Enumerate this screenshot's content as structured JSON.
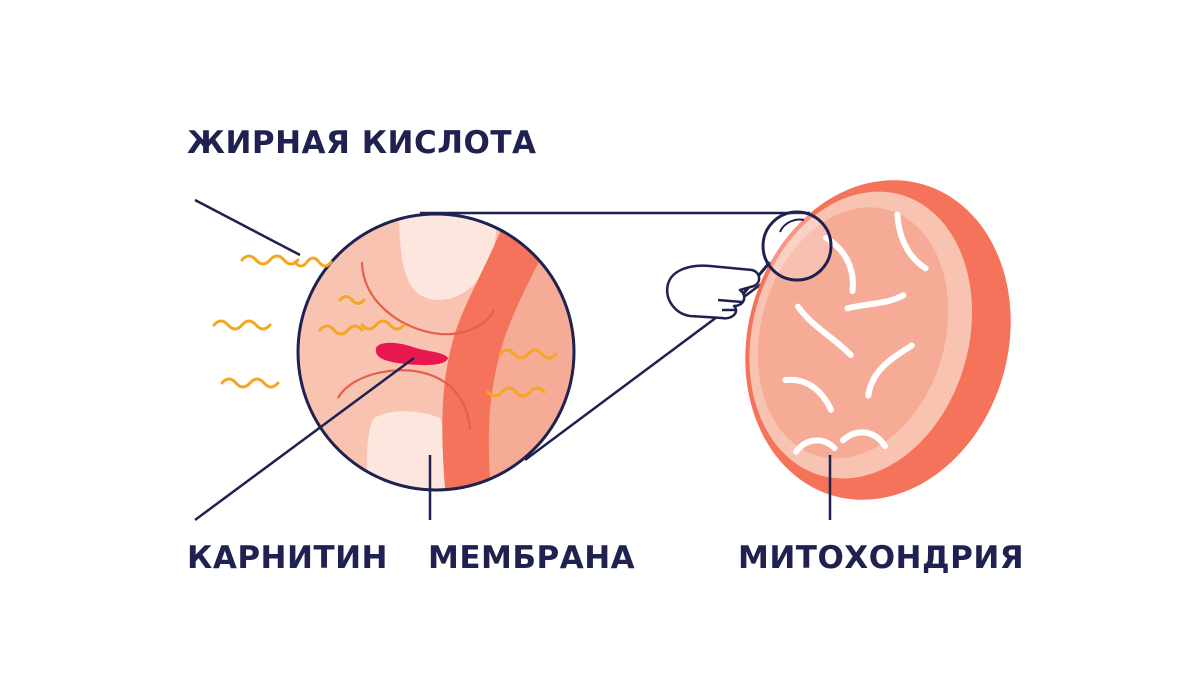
{
  "labels": {
    "fatty_acid": "ЖИРНАЯ КИСЛОТА",
    "carnitine": "КАРНИТИН",
    "membrane": "МЕМБРАНА",
    "mitochondria": "МИТОХОНДРИЯ"
  },
  "colors": {
    "ink": "#1f2150",
    "fatty_acid": "#f5a623",
    "carnitine": "#e8174f",
    "membrane": "#f4735a",
    "mito_outer": "#f4735a",
    "mito_inner": "#f6ab96",
    "background_tissue": "#f9c3b2",
    "lumen": "#fde6de"
  }
}
